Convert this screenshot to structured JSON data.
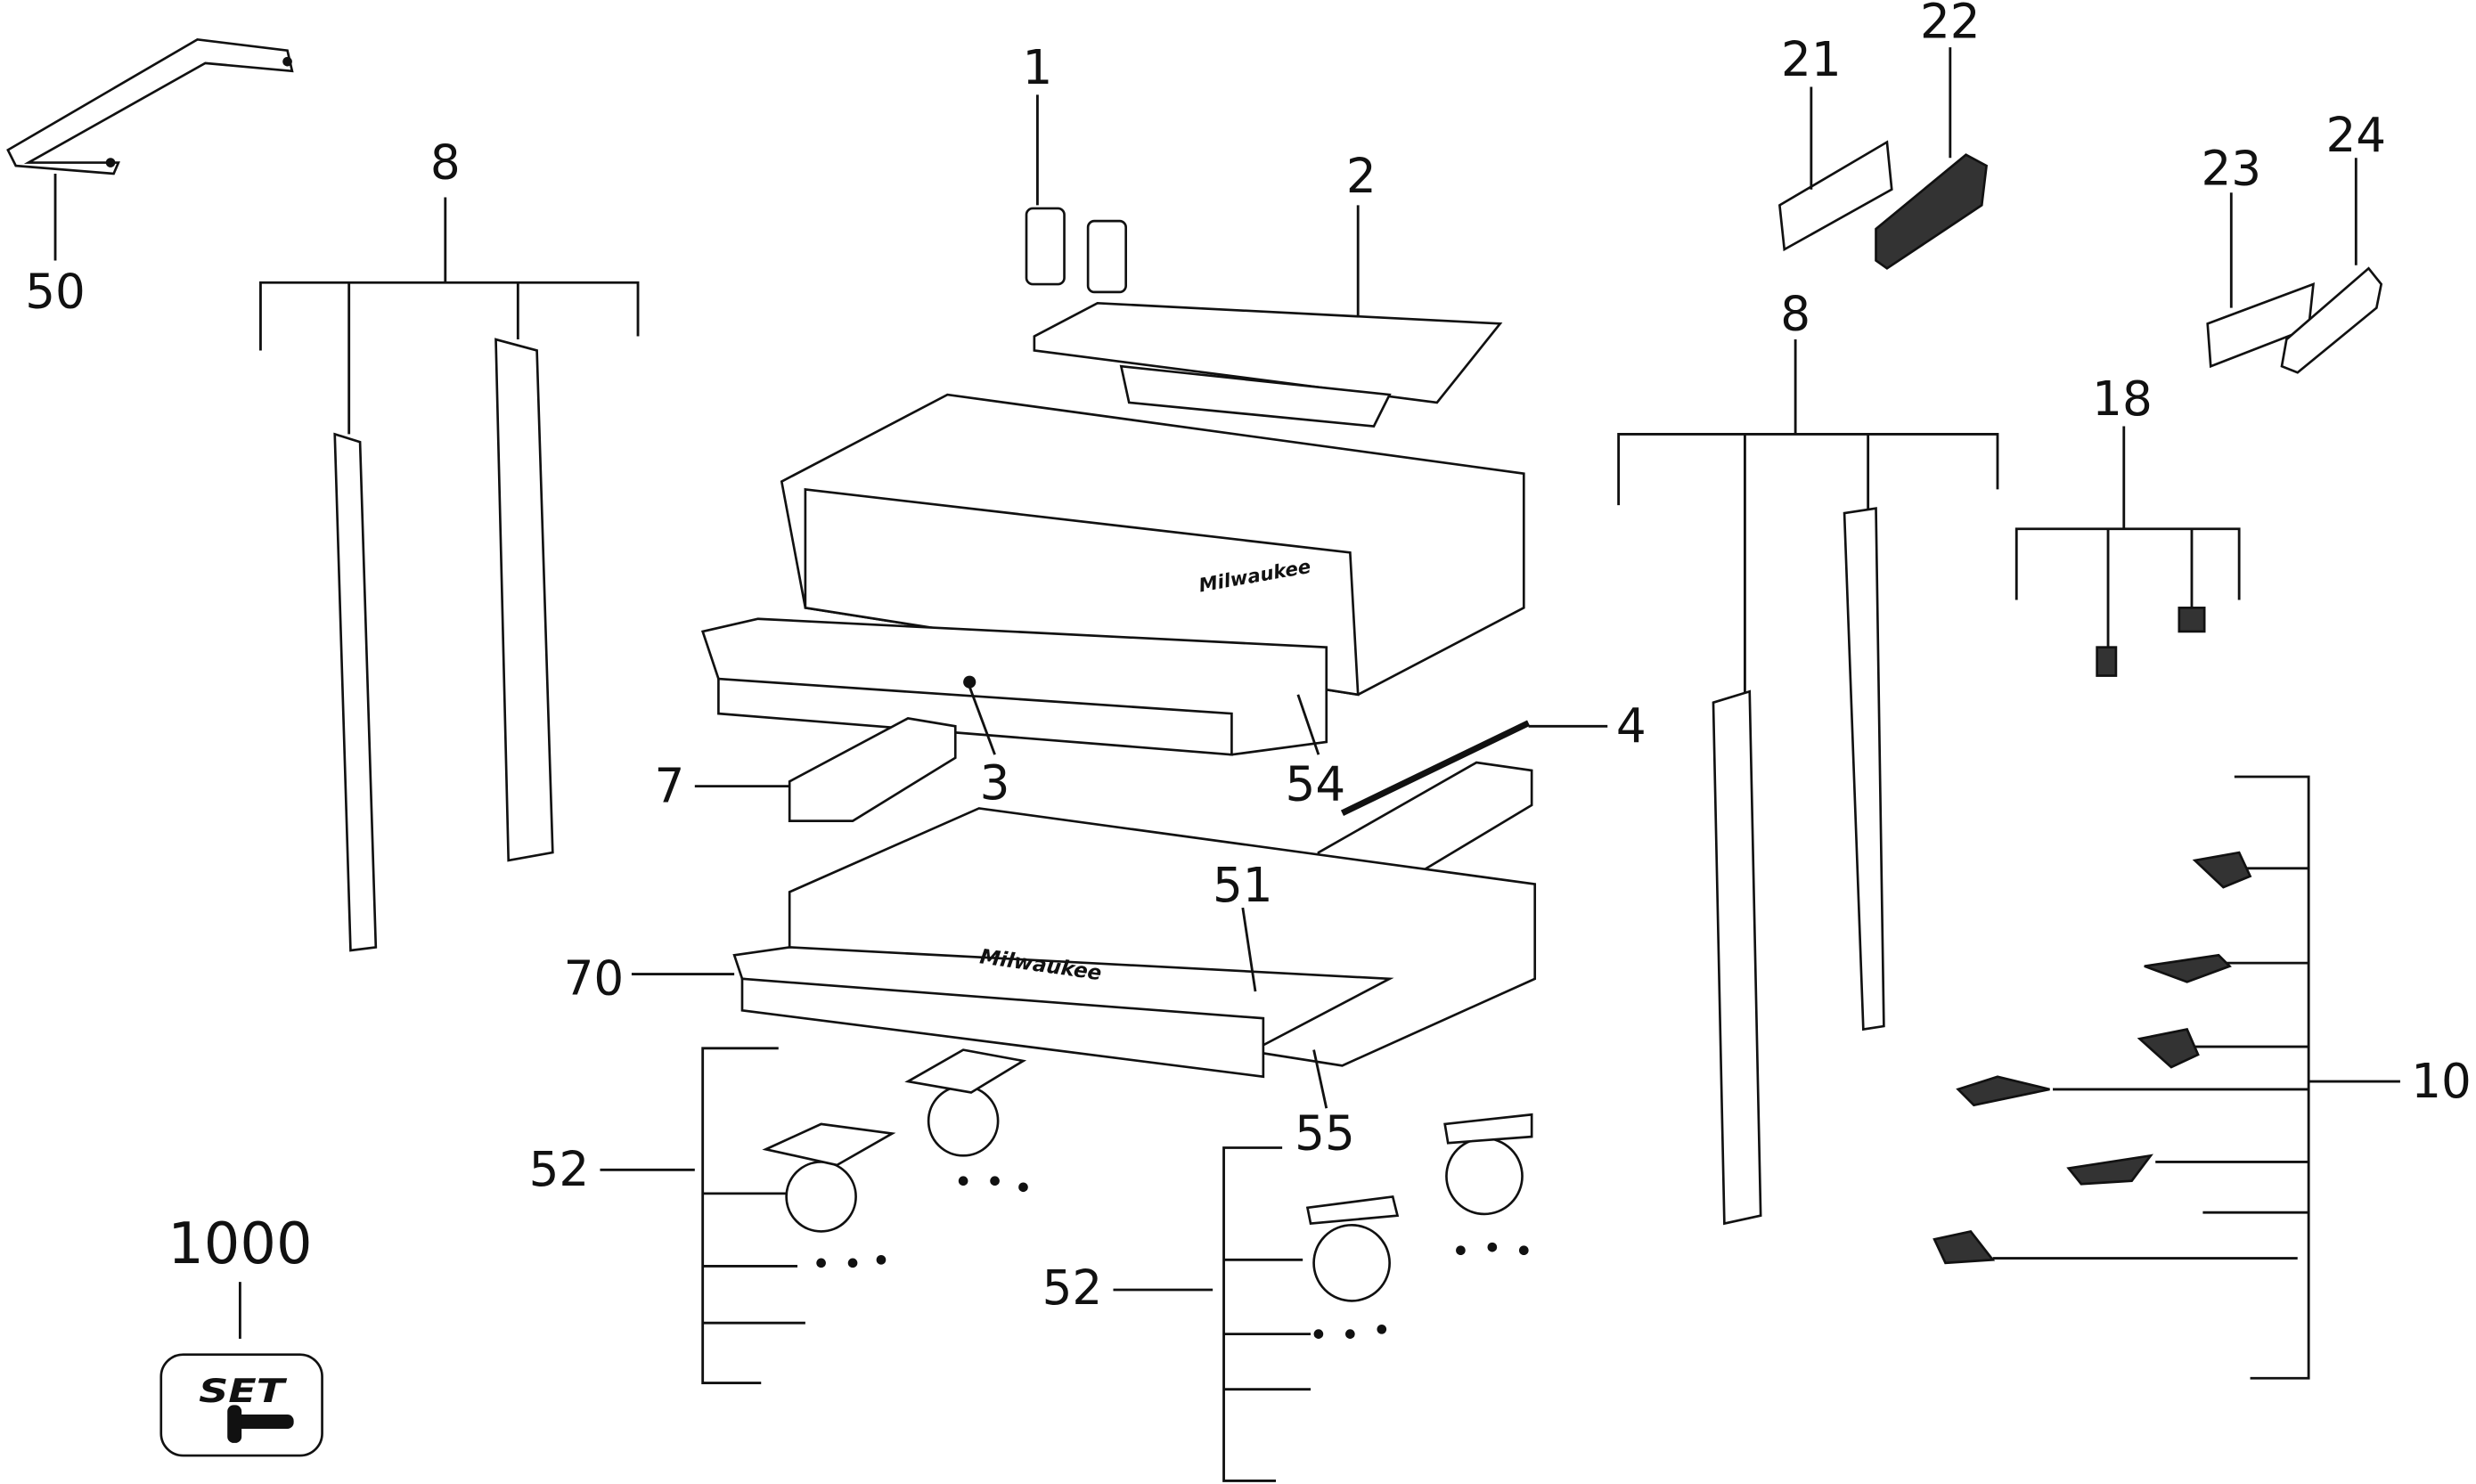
{
  "diagram": {
    "type": "exploded parts diagram",
    "callouts": {
      "c50": "50",
      "c8a": "8",
      "c1": "1",
      "c2": "2",
      "c21": "21",
      "c22": "22",
      "c23": "23",
      "c24": "24",
      "c18": "18",
      "c8b": "8",
      "c4": "4",
      "c7": "7",
      "c3": "3",
      "c54": "54",
      "c51": "51",
      "c70": "70",
      "c10": "10",
      "c52a": "52",
      "c55": "55",
      "c52b": "52",
      "c1000": "1000"
    },
    "set_badge": {
      "text": "SET"
    },
    "brand_logo_text": "Milwaukee"
  }
}
